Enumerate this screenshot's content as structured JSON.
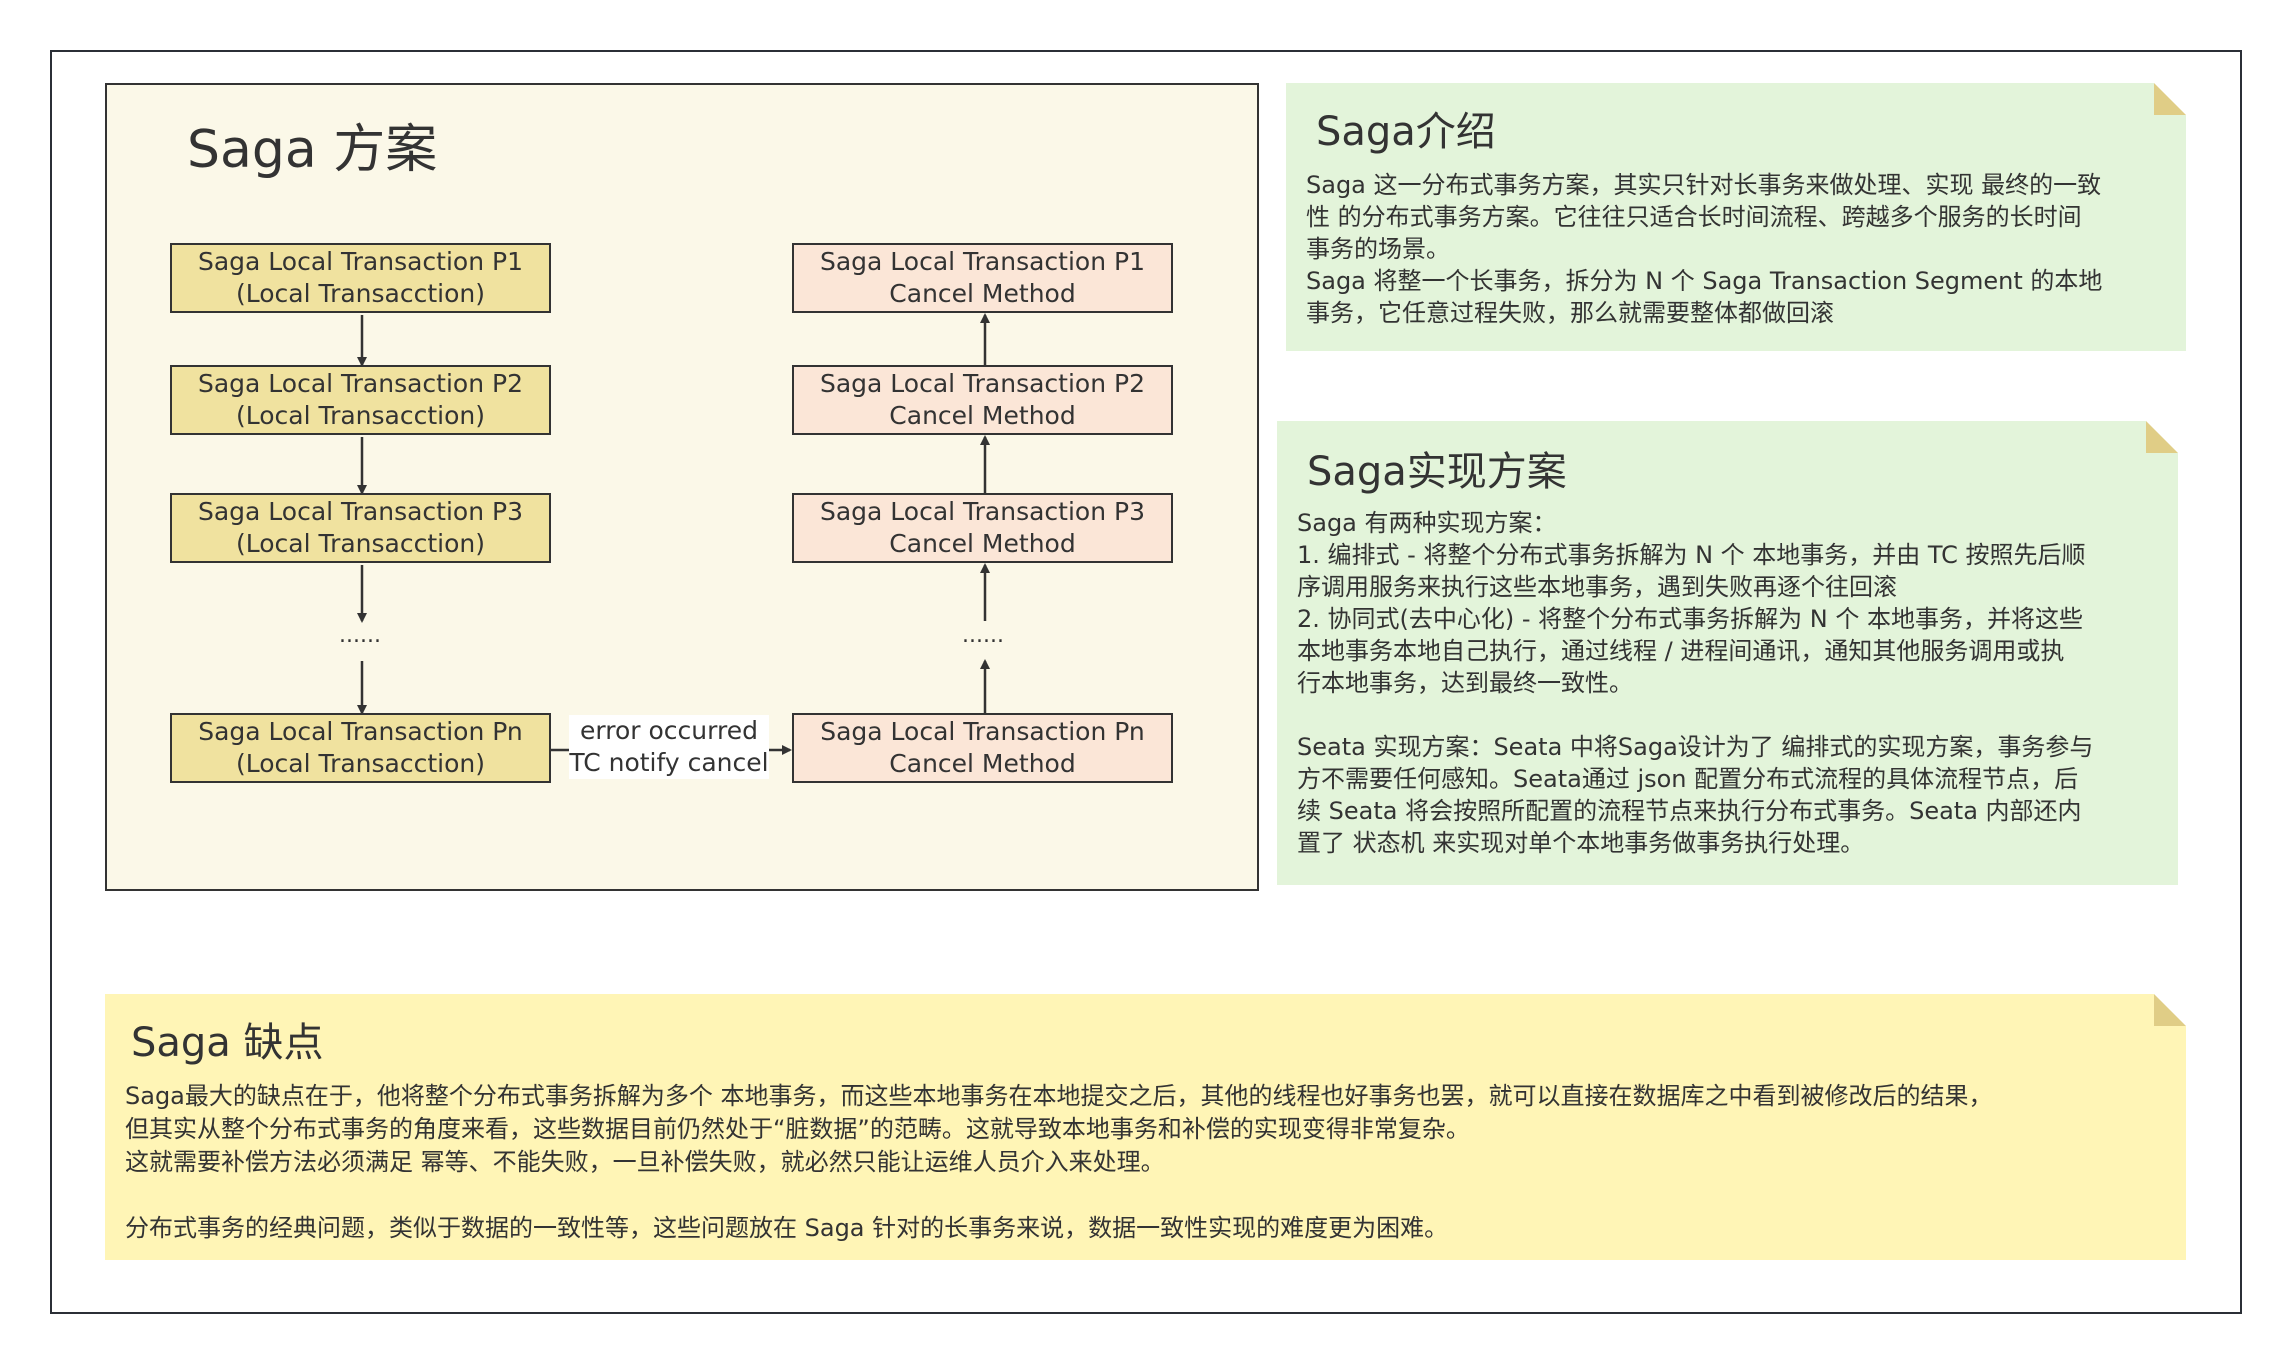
{
  "panel": {
    "title": "Saga 方案",
    "forward": [
      {
        "line1": "Saga Local Transaction P1",
        "line2": "(Local Transacction)"
      },
      {
        "line1": "Saga Local Transaction P2",
        "line2": "(Local Transacction)"
      },
      {
        "line1": "Saga Local Transaction P3",
        "line2": "(Local Transacction)"
      },
      {
        "line1": "Saga Local Transaction Pn",
        "line2": "(Local Transacction)"
      }
    ],
    "cancel": [
      {
        "line1": "Saga Local Transaction P1",
        "line2": "Cancel Method"
      },
      {
        "line1": "Saga Local Transaction P2",
        "line2": "Cancel Method"
      },
      {
        "line1": "Saga Local Transaction P3",
        "line2": "Cancel Method"
      },
      {
        "line1": "Saga Local Transaction Pn",
        "line2": "Cancel Method"
      }
    ],
    "forward_dots": "......",
    "cancel_dots": "......",
    "edge_label_1": "error occurred",
    "edge_label_2": "TC notify cancel"
  },
  "intro": {
    "title": "Saga介绍",
    "body": "Saga 这一分布式事务方案，其实只针对长事务来做处理、实现 最终的一致\n性 的分布式事务方案。它往往只适合长时间流程、跨越多个服务的长时间\n事务的场景。\nSaga 将整一个长事务，拆分为 N 个 Saga Transaction Segment 的本地\n事务，它任意过程失败，那么就需要整体都做回滚"
  },
  "impl": {
    "title": "Saga实现方案",
    "body": "Saga 有两种实现方案：\n1. 编排式 - 将整个分布式事务拆解为 N 个 本地事务，并由 TC 按照先后顺\n序调用服务来执行这些本地事务，遇到失败再逐个往回滚\n2. 协同式(去中心化) - 将整个分布式事务拆解为 N 个 本地事务，并将这些\n本地事务本地自己执行，通过线程 / 进程间通讯，通知其他服务调用或执\n行本地事务，达到最终一致性。\n\nSeata 实现方案：Seata 中将Saga设计为了 编排式的实现方案，事务参与\n方不需要任何感知。Seata通过 json 配置分布式流程的具体流程节点，后\n续 Seata 将会按照所配置的流程节点来执行分布式事务。Seata 内部还内\n置了 状态机 来实现对单个本地事务做事务执行处理。"
  },
  "cons": {
    "title": "Saga 缺点",
    "body": "Saga最大的缺点在于，他将整个分布式事务拆解为多个 本地事务，而这些本地事务在本地提交之后，其他的线程也好事务也罢，就可以直接在数据库之中看到被修改后的结果，\n但其实从整个分布式事务的角度来看，这些数据目前仍然处于“脏数据”的范畴。这就导致本地事务和补偿的实现变得非常复杂。\n这就需要补偿方法必须满足 幂等、不能失败，一旦补偿失败，就必然只能让运维人员介入来处理。\n\n分布式事务的经典问题，类似于数据的一致性等，这些问题放在 Saga 针对的长事务来说，数据一致性实现的难度更为困难。"
  }
}
